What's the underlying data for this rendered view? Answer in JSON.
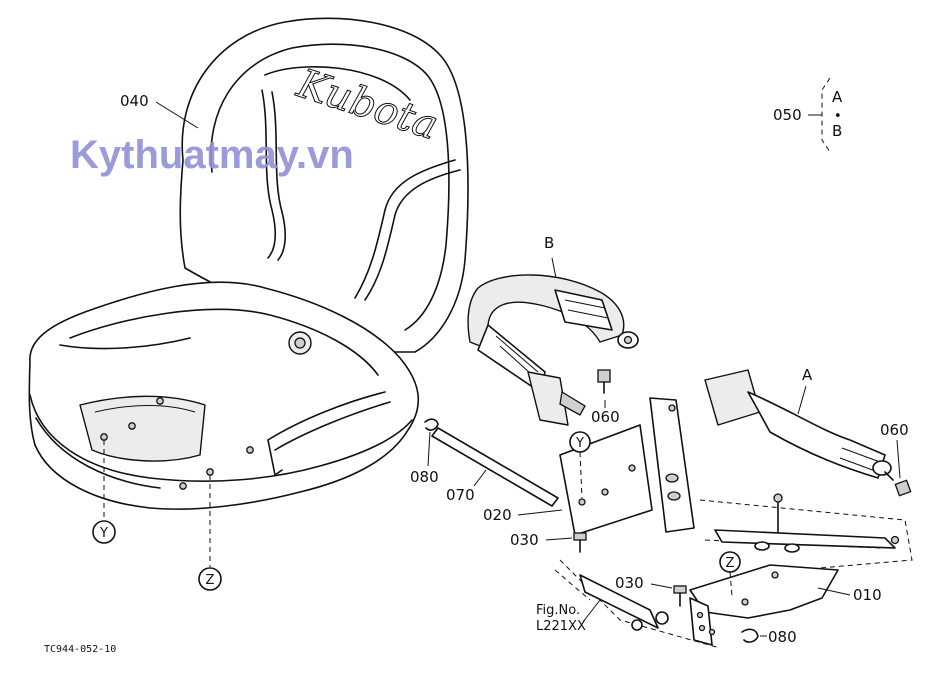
{
  "diagram": {
    "watermark": "Kythuatmay.vn",
    "brand": "Kubota",
    "figure_code": "TC944-052-10",
    "fig_ref": {
      "line1": "Fig.No.",
      "line2": "L221XX"
    },
    "parts": {
      "p040": "040",
      "p050": "050",
      "p050_a": "A",
      "p050_dot": "•",
      "p050_b": "B",
      "belt_b": "B",
      "belt_a": "A",
      "p060_left": "060",
      "p060_right": "060",
      "p080_upper": "080",
      "p080_lower": "080",
      "p070": "070",
      "p020": "020",
      "p030_left": "030",
      "p030_right": "030",
      "p010": "010"
    },
    "markers": {
      "y_seat": "Y",
      "z_seat": "Z",
      "y_bracket": "Y",
      "z_bracket": "Z"
    },
    "colors": {
      "watermark": "#8e90d6",
      "line": "#111111"
    }
  }
}
